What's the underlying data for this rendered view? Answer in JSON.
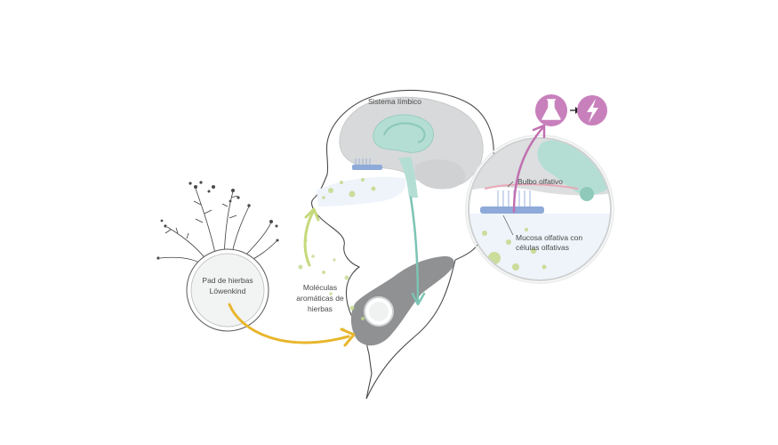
{
  "labels": {
    "limbic_system": "Sistema límbico",
    "olfactory_bulb": "Bulbo olfativo",
    "olfactory_mucosa_line1": "Mucosa olfativa con",
    "olfactory_mucosa_line2": "células olfativas",
    "herb_pad_line1": "Pad de hierbas",
    "herb_pad_line2": "Löwenkind",
    "aromatic_molecules_line1": "Moléculas",
    "aromatic_molecules_line2": "aromáticas de",
    "aromatic_molecules_line3": "hierbas"
  },
  "icons": {
    "flask": "flask-icon",
    "bolt": "lightning-icon"
  },
  "colors": {
    "yellow_arrow": "#e8b62c",
    "green_arrow": "#c5d97a",
    "teal_arrow": "#7cc4b4",
    "pink_arrow": "#c070b0",
    "icon_circle": "#c880bc",
    "collar": "#8f9193",
    "brain": "#d7d9da",
    "limbic": "#b4ded3",
    "mucosa": "#8eaad8",
    "dots": "#c4d98a"
  }
}
